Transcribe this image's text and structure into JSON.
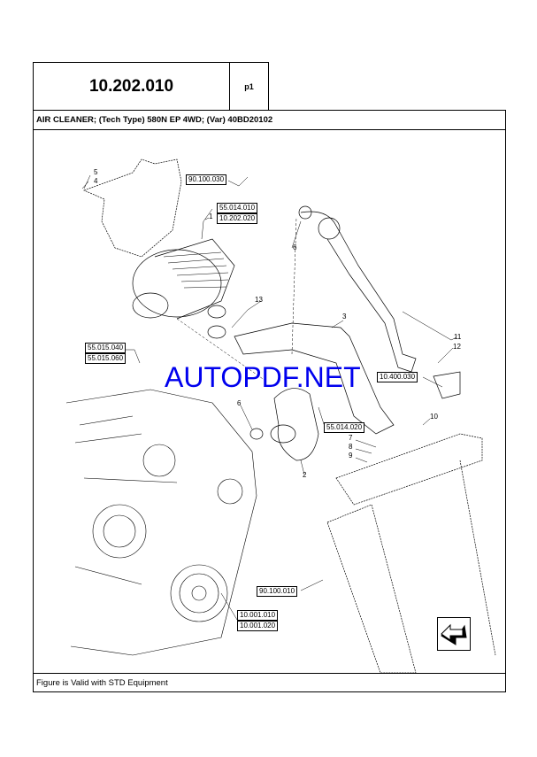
{
  "header": {
    "part_number": "10.202.010",
    "page": "p1"
  },
  "title": "AIR CLEANER; (Tech Type) 580N EP 4WD; (Var) 40BD20102",
  "references": {
    "r1": "90.100.030",
    "r2": "55.014.010",
    "r3": "10.202.020",
    "r4": "55.015.040",
    "r5": "55.015.060",
    "r6": "10.400.030",
    "r7": "55.014.020",
    "r8": "90.100.010",
    "r9": "10.001.010",
    "r10": "10.001.020"
  },
  "callouts": {
    "n5": "5",
    "n4": "4",
    "n1": "1",
    "n6a": "6",
    "n13": "13",
    "n3": "3",
    "n11": "11",
    "n12": "12",
    "n6b": "6",
    "n10": "10",
    "n7": "7",
    "n8": "8",
    "n9": "9",
    "n2": "2"
  },
  "watermark": "AUTOPDF.NET",
  "footer": "Figure is Valid with STD Equipment",
  "icons": {
    "nav": "arrow-back-icon"
  }
}
